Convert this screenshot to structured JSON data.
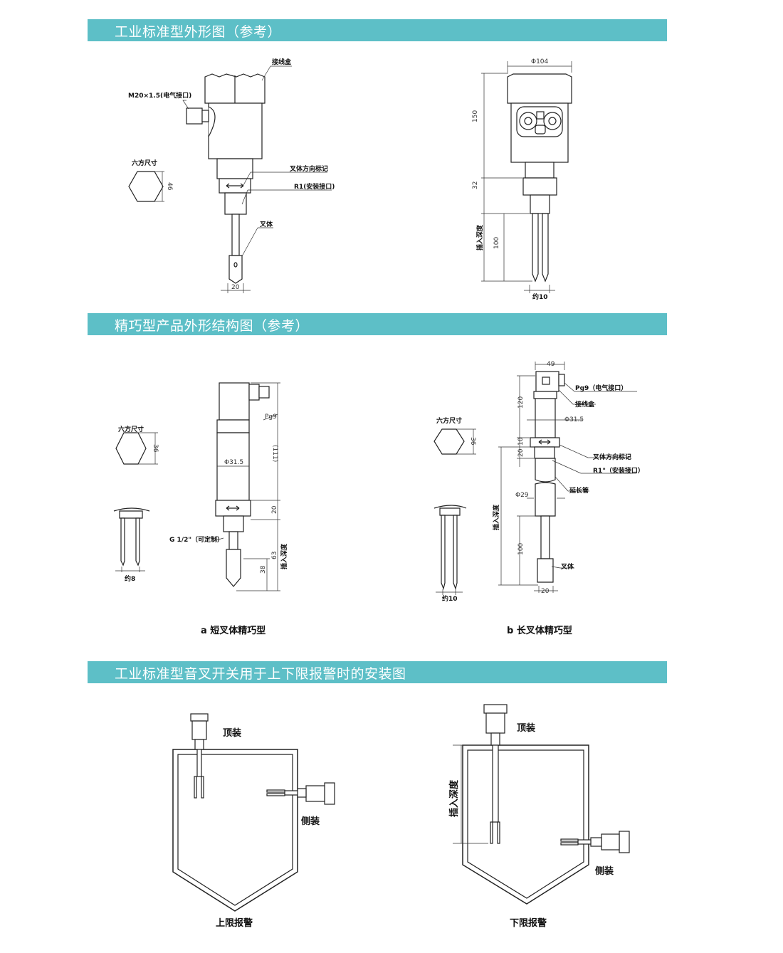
{
  "sections": [
    {
      "title": "工业标准型外形图（参考）"
    },
    {
      "title": "精巧型产品外形结构图（参考）"
    },
    {
      "title": "工业标准型音叉开关用于上下限报警时的安装图"
    }
  ],
  "standard": {
    "left": {
      "junction_box": "接线盒",
      "electrical_port": "M20×1.5(电气接口)",
      "hex_size": "六方尺寸",
      "hex_dim": "46",
      "fork_mark": "叉体方向标记",
      "install_port": "R1(安装接口)",
      "fork": "叉体",
      "fork_width": "20"
    },
    "right": {
      "diameter": "Φ104",
      "height_body": "150",
      "height_hex": "32",
      "fork_len": "100",
      "insert_depth": "插入深度",
      "fork_gap": "约10"
    }
  },
  "compact": {
    "a": {
      "hex_size": "六方尺寸",
      "hex_dim": "36",
      "pg9": "Pg9",
      "diameter": "Φ31.5",
      "len_body": "(111)",
      "len_hex": "20",
      "len_lower": "63",
      "len_fork": "38",
      "insert_depth": "插入深度",
      "thread": "G 1/2\"（可定制）",
      "fork_gap": "约8",
      "caption": "a 短叉体精巧型"
    },
    "b": {
      "width": "49",
      "electrical_port": "Pg9（电气接口）",
      "junction_box": "接线盒",
      "hex_size": "六方尺寸",
      "hex_dim": "36",
      "diameter": "Φ31.5",
      "len_body": "120",
      "len_hex": "10",
      "len_thread": "20",
      "fork_mark": "叉体方向标记",
      "install_port": "R1\"（安装接口）",
      "ext_tube": "延长管",
      "tube_diameter": "Φ29",
      "insert_depth": "插入深度",
      "fork_len": "100",
      "fork": "叉体",
      "fork_width": "20",
      "fork_gap": "约10",
      "caption": "b 长叉体精巧型"
    }
  },
  "install": {
    "left": {
      "top": "顶装",
      "side": "侧装",
      "caption": "上限报警"
    },
    "right": {
      "top": "顶装",
      "side": "侧装",
      "insert_depth": "插入深度",
      "caption": "下限报警"
    }
  }
}
